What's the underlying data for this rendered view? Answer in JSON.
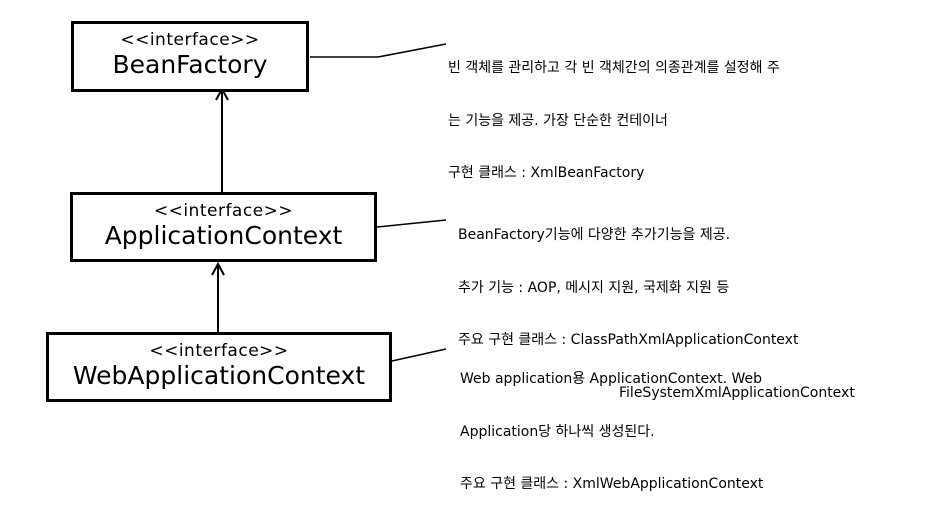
{
  "interfaces": [
    {
      "stereotype": "<<interface>>",
      "name": "BeanFactory",
      "note": [
        "빈 객체를 관리하고 각 빈 객체간의 의종관계를 설정해 주",
        "는 기능을 제공. 가장 단순한 컨테이너",
        "구현 클래스 : XmlBeanFactory"
      ]
    },
    {
      "stereotype": "<<interface>>",
      "name": "ApplicationContext",
      "note": [
        "BeanFactory기능에 다양한 추가기능을 제공.",
        "추가 기능 : AOP, 메시지 지원, 국제화 지원 등",
        "주요 구현 클래스 : ClassPathXmlApplicationContext",
        "FileSystemXmlApplicationContext"
      ]
    },
    {
      "stereotype": "<<interface>>",
      "name": "WebApplicationContext",
      "note": [
        "Web application용 ApplicationContext. Web",
        "Application당 하나씩 생성된다.",
        "주요 구현 클래스 : XmlWebApplicationContext"
      ]
    }
  ]
}
